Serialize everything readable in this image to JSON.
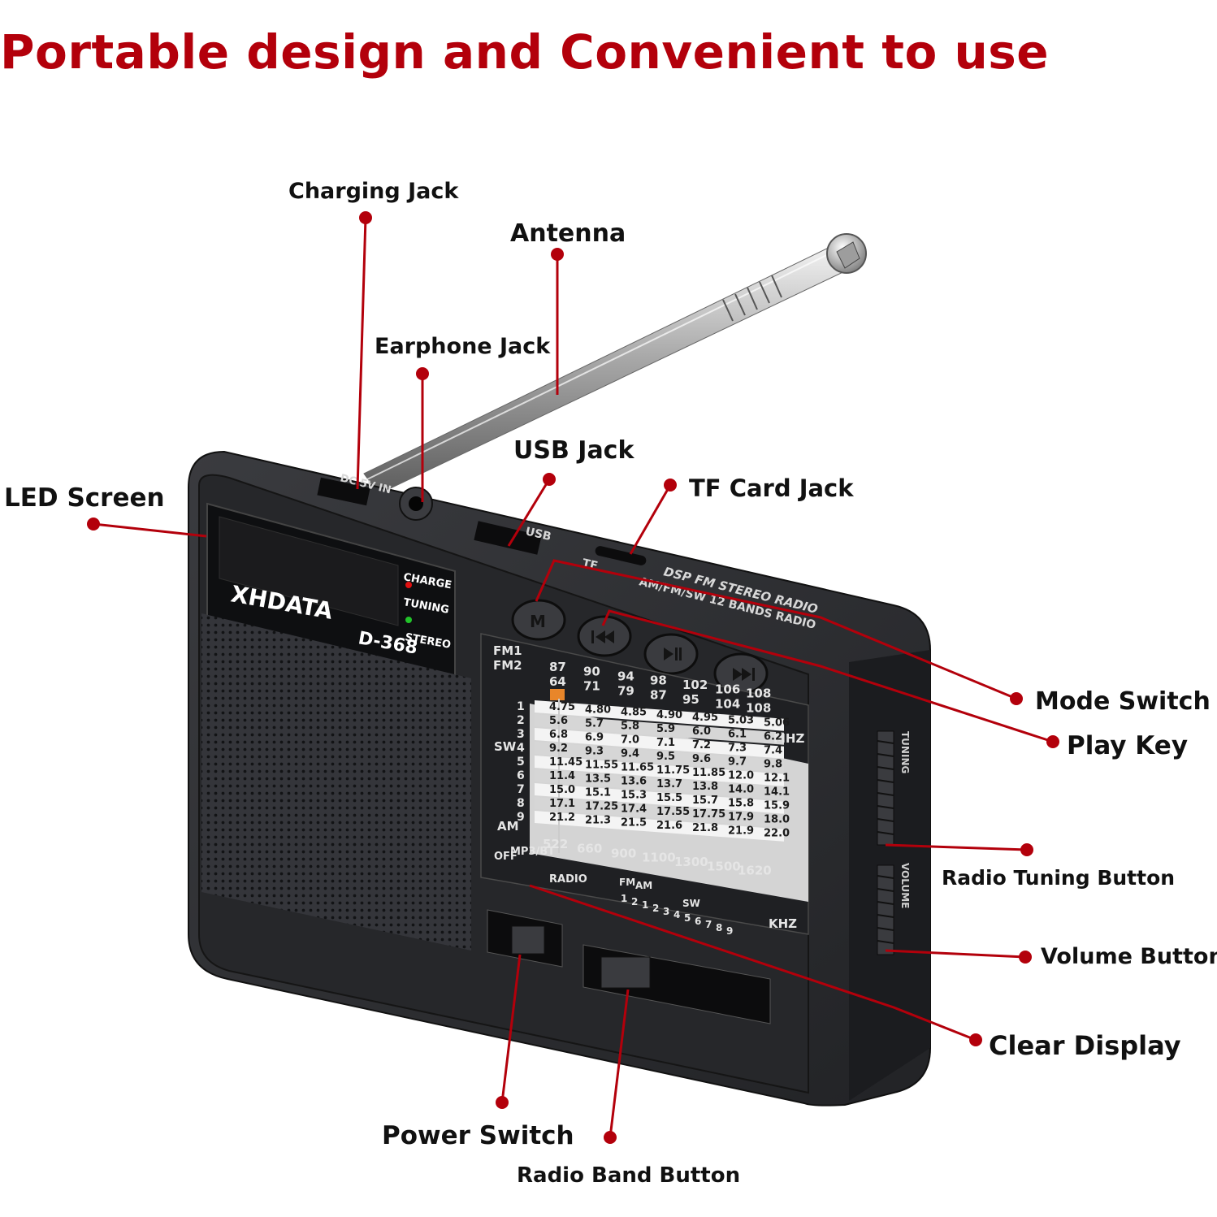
{
  "headline": "Portable design and Convenient to use",
  "callouts": {
    "charging_jack": "Charging Jack",
    "antenna": "Antenna",
    "earphone_jack": "Earphone Jack",
    "usb_jack": "USB Jack",
    "tf_card_jack": "TF Card Jack",
    "led_screen": "LED Screen",
    "mode_switch": "Mode Switch",
    "play_key": "Play Key",
    "radio_tuning_button": "Radio Tuning Button",
    "volume_button": "Volume Button",
    "clear_display": "Clear Display",
    "power_switch": "Power Switch",
    "radio_band_button": "Radio Band Button"
  },
  "device": {
    "brand": "XHDATA",
    "model": "D-368",
    "dc_label": "DC 5V IN",
    "usb_label": "USB",
    "tf_label": "TF",
    "tagline_1": "DSP FM STEREO RADIO",
    "tagline_2": "AM/FM/SW 12 BANDS RADIO",
    "led_labels": {
      "charge": "CHARGE",
      "tuning": "TUNING",
      "stereo": "STEREO"
    },
    "side_labels": {
      "tuning": "TUNING",
      "volume": "VOLUME"
    },
    "mode_button": "M",
    "dial": {
      "fm1_label": "FM1",
      "fm2_label": "FM2",
      "fm1_values": [
        "87",
        "90",
        "94",
        "98",
        "102",
        "106",
        "108"
      ],
      "fm2_values": [
        "64",
        "71",
        "79",
        "87",
        "95",
        "104",
        "108"
      ],
      "mhz": "MHZ",
      "sw_label": "SW",
      "am_label": "AM",
      "sw_rows": [
        [
          "1",
          "4.75",
          "4.80",
          "4.85",
          "4.90",
          "4.95",
          "5.03",
          "5.06"
        ],
        [
          "2",
          "5.6",
          "5.7",
          "5.8",
          "5.9",
          "6.0",
          "6.1",
          "6.2"
        ],
        [
          "3",
          "6.8",
          "6.9",
          "7.0",
          "7.1",
          "7.2",
          "7.3",
          "7.4"
        ],
        [
          "4",
          "9.2",
          "9.3",
          "9.4",
          "9.5",
          "9.6",
          "9.7",
          "9.8"
        ],
        [
          "5",
          "11.45",
          "11.55",
          "11.65",
          "11.75",
          "11.85",
          "12.0",
          "12.1"
        ],
        [
          "6",
          "11.4",
          "13.5",
          "13.6",
          "13.7",
          "13.8",
          "14.0",
          "14.1"
        ],
        [
          "7",
          "15.0",
          "15.1",
          "15.3",
          "15.5",
          "15.7",
          "15.8",
          "15.9"
        ],
        [
          "8",
          "17.1",
          "17.25",
          "17.4",
          "17.55",
          "17.75",
          "17.9",
          "18.0"
        ],
        [
          "9",
          "21.2",
          "21.3",
          "21.5",
          "21.6",
          "21.8",
          "21.9",
          "22.0"
        ]
      ],
      "am_values": [
        "522",
        "660",
        "900",
        "1100",
        "1300",
        "1500",
        "1620"
      ],
      "khz": "KHZ",
      "mp3bt": "MP3/BT",
      "off": "OFF",
      "radio": "RADIO",
      "fm_small": "FM",
      "am_small": "AM",
      "sw_small": "SW",
      "band_numbers": [
        "1",
        "2",
        "1",
        "2",
        "3",
        "4",
        "5",
        "6",
        "7",
        "8",
        "9"
      ]
    }
  },
  "colors": {
    "accent": "#b3000b",
    "leader": "#b3000b",
    "body": "#2a2b2e",
    "face": "#1c1d20"
  }
}
